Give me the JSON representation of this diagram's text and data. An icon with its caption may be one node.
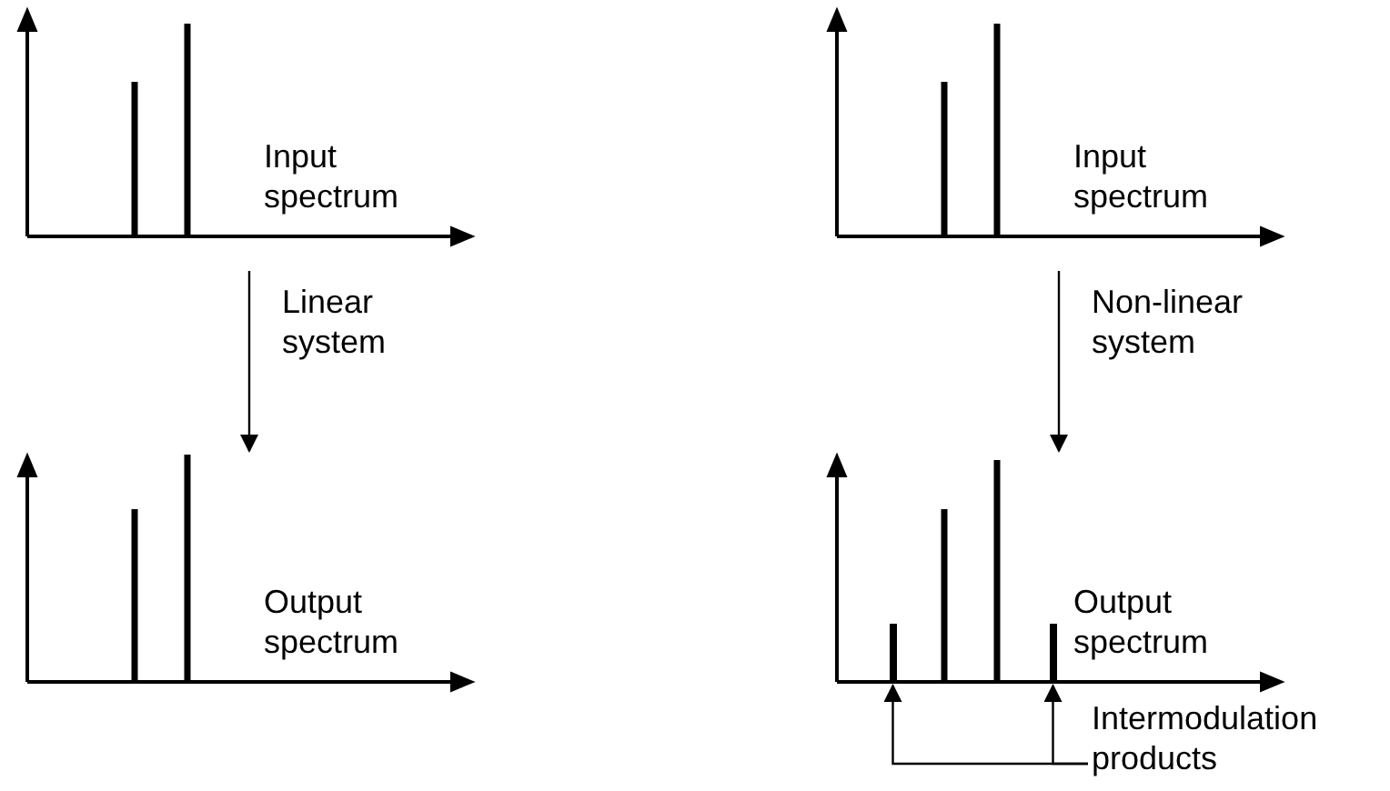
{
  "diagram": {
    "nodes": [
      {
        "text": [
          "Input spectrum"
        ]
      },
      {
        "text": [
          "Output spectrum"
        ]
      },
      {
        "text": [
          "Input spectrum"
        ]
      },
      {
        "text": [
          "Output spectrum"
        ]
      },
      {
        "text": [
          "Intermodulation products"
        ]
      },
      {
        "text": [],
        "shape": "bar",
        "in": 3
      },
      {
        "text": [],
        "shape": "bar",
        "in": 3
      }
    ],
    "edges": [
      {
        "from": 0,
        "to": 1,
        "arrow": "to",
        "label": "Linear system"
      },
      {
        "from": 2,
        "to": 3,
        "arrow": "to",
        "label": "Non-linear system"
      },
      {
        "from": 4,
        "to": 5,
        "arrow": "to"
      },
      {
        "from": 4,
        "to": 6,
        "arrow": "to"
      }
    ]
  }
}
